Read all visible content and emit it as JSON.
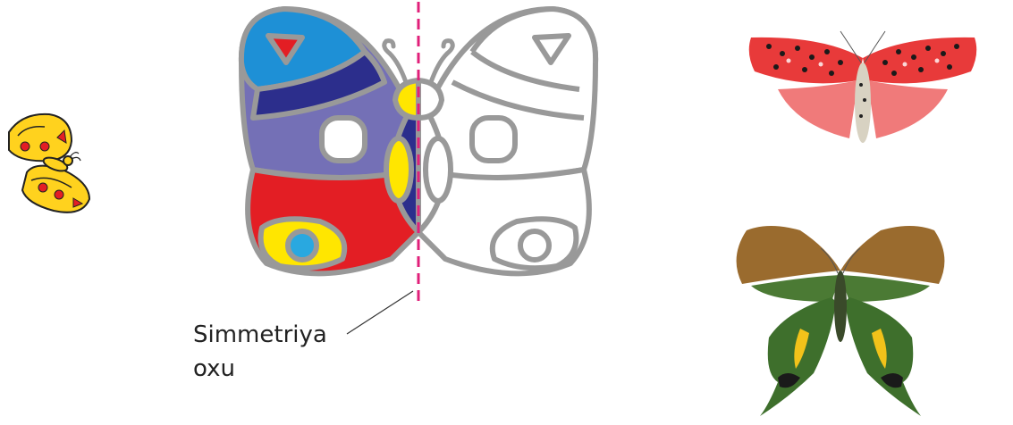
{
  "caption": {
    "line1": "Simmetriya",
    "line2": "oxu"
  },
  "colors": {
    "axis": "#e0207a",
    "outline": "#999999",
    "wing_blue": "#1e90d6",
    "wing_navy": "#2c2e8c",
    "wing_purple": "#7470b6",
    "wing_red": "#e31e24",
    "wing_yellow": "#ffe600",
    "wing_cyan": "#29a8e0"
  },
  "images": {
    "small_butterfly": "small-yellow-butterfly-icon",
    "symmetry_butterfly": "half-colored-butterfly-illustration",
    "moth": "red-spotted-moth-photo",
    "swallowtail": "green-brown-swallowtail-photo"
  }
}
